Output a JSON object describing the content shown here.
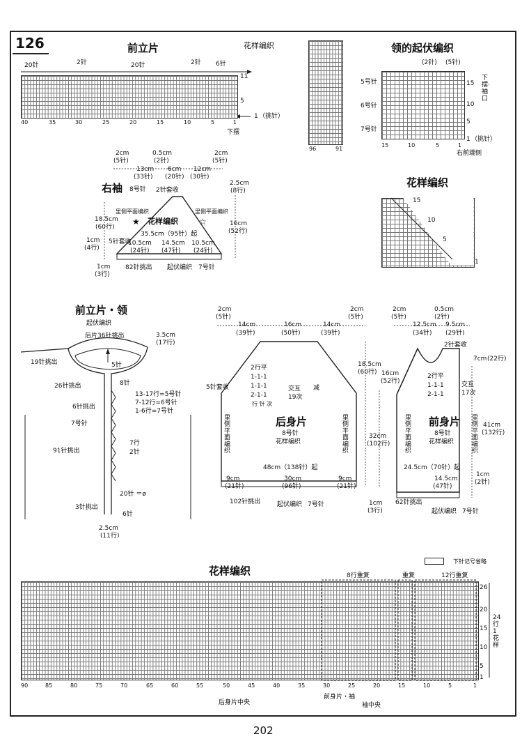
{
  "page_number": "202",
  "figure_number": "126",
  "top_left": {
    "title": "前立片",
    "pattern_label": "花样编织",
    "top_counts": [
      "20针",
      "2针",
      "20针",
      "2针",
      "6针"
    ],
    "right_rows": [
      "11",
      "5",
      "1"
    ],
    "pickup": "（挑针）",
    "bottom_axis": [
      "40",
      "35",
      "30",
      "25",
      "20",
      "15",
      "10",
      "5",
      "1"
    ],
    "hem": "下摆"
  },
  "narrow_chart": {
    "axis": [
      "96",
      "91"
    ]
  },
  "collar": {
    "title": "领的起伏编织",
    "top_counts": [
      "(2针)",
      "(5针)"
    ],
    "needles": [
      "5号针",
      "6号针",
      "7号针"
    ],
    "right_rows": [
      "15",
      "10",
      "5",
      "1"
    ],
    "right_label": "下摆·袖口",
    "pickup": "（挑针）",
    "bottom_axis": [
      "15",
      "10",
      "5",
      "1"
    ],
    "side": "右前端侧"
  },
  "sleeve": {
    "title": "右袖",
    "needle": "8号针",
    "top": [
      "2cm",
      "(5针)",
      "0.5cm",
      "(2针)",
      "2cm",
      "(5针)"
    ],
    "row2": [
      "13cm",
      "(33针)",
      "6cm",
      "(20针)",
      "12cm",
      "(30针)"
    ],
    "cast_off_top": "2针套收",
    "left_note": "里侧平面编织",
    "right_note": "里侧平面编织",
    "pattern": "花样编织",
    "left_height": [
      "18.5cm",
      "(60行)"
    ],
    "right_height": [
      "16cm",
      "(52行)"
    ],
    "right_small": [
      "2.5cm",
      "(8行)"
    ],
    "left_small": [
      "1cm",
      "(4行)"
    ],
    "cast_off_side": "5针套收",
    "width": "35.5cm（95针）起",
    "parts": [
      "10.5cm",
      "(24针)",
      "14.5cm",
      "(47针)",
      "10.5cm",
      "(24针)"
    ],
    "bottom_left": [
      "1cm",
      "(3行)"
    ],
    "pickup": "82针挑出",
    "ribbing": "起伏编织",
    "bottom_needle": "7号针"
  },
  "pattern_small": {
    "title": "花样编织",
    "rows": [
      "15",
      "10",
      "5",
      "1"
    ]
  },
  "front_collar": {
    "title": "前立片・领",
    "ribbing": "起伏编织",
    "back_pickup": "后片36针挑出",
    "right_width": [
      "3.5cm",
      "(17行)"
    ],
    "five": "5针",
    "eight": "8针",
    "left_pickup": "19针挑出",
    "pick26": "26针挑出",
    "rows_note": [
      "13-17行=5号针",
      "7-12行=6号针",
      "1-6行=7号针"
    ],
    "pick6": "6针挑出",
    "needle7": "7号针",
    "holes": [
      "7行",
      "2针"
    ],
    "pick91": "91针挑出",
    "twenty": "20针 ＝ø",
    "pick3": "3针挑出",
    "six": "6针",
    "bottom": [
      "2.5cm",
      "(11行)"
    ]
  },
  "back": {
    "title": "后身片",
    "needle": "8号针",
    "pattern": "花样编织",
    "top": [
      "2cm",
      "(5针)",
      "14cm",
      "(39针)",
      "16cm",
      "(50针)",
      "14cm",
      "(39针)",
      "2cm",
      "(5针)"
    ],
    "dec_rows": [
      "2行平",
      "1-1-1",
      "1-1-1",
      "2-1-1",
      "行 针 次"
    ],
    "alt": [
      "交互",
      "19次"
    ],
    "reduce": "减",
    "cast_off": "5针套收",
    "side_note": "里侧平面编织",
    "h1": [
      "18.5cm",
      "(60行)"
    ],
    "h2": [
      "16cm",
      "(52行)"
    ],
    "h3": [
      "32cm",
      "(102行)"
    ],
    "width": "48cm（138针）起",
    "parts": [
      "9cm",
      "(21针)",
      "30cm",
      "(96针)",
      "9cm",
      "(21针)"
    ],
    "bottom_small": [
      "1cm",
      "(3行)"
    ],
    "pickup": "102针挑出",
    "ribbing": "起伏编织",
    "needle7": "7号针"
  },
  "front": {
    "title": "前身片",
    "needle": "8号针",
    "pattern": "花样编织",
    "top": [
      "2cm",
      "(5针)",
      "0.5cm",
      "(2针)",
      "12.5cm",
      "(34针)",
      "9.5cm",
      "(29针)"
    ],
    "cast_off": "2针套收",
    "right_top": [
      "7cm",
      "(22行)"
    ],
    "dec_rows": [
      "2行平",
      "1-1-1",
      "2-1-1"
    ],
    "alt": [
      "交互",
      "17次"
    ],
    "h": [
      "41cm",
      "(132行)"
    ],
    "side_note": "里侧平面编织",
    "width": "24.5cm（70针）起",
    "parts": [
      "14.5cm",
      "(47针)"
    ],
    "right_small": [
      "1cm",
      "(2针)"
    ],
    "pickup": "62针挑出",
    "ribbing": "起伏编织",
    "needle7": "7号针"
  },
  "bottom_chart": {
    "title": "花样编织",
    "legend": "下针记号省略",
    "repeats": [
      "8行重复",
      "重复",
      "12行重复"
    ],
    "right_rows": [
      "26",
      "20",
      "15",
      "10",
      "5",
      "1"
    ],
    "right_label": "24行1花样",
    "axis": [
      "90",
      "85",
      "80",
      "75",
      "70",
      "65",
      "60",
      "55",
      "50",
      "45",
      "40",
      "35",
      "30",
      "25",
      "20",
      "15",
      "10",
      "5",
      "1"
    ],
    "front_label": "前身片・袖",
    "sleeve_center": "袖中央",
    "back_center": "后身片中央"
  }
}
